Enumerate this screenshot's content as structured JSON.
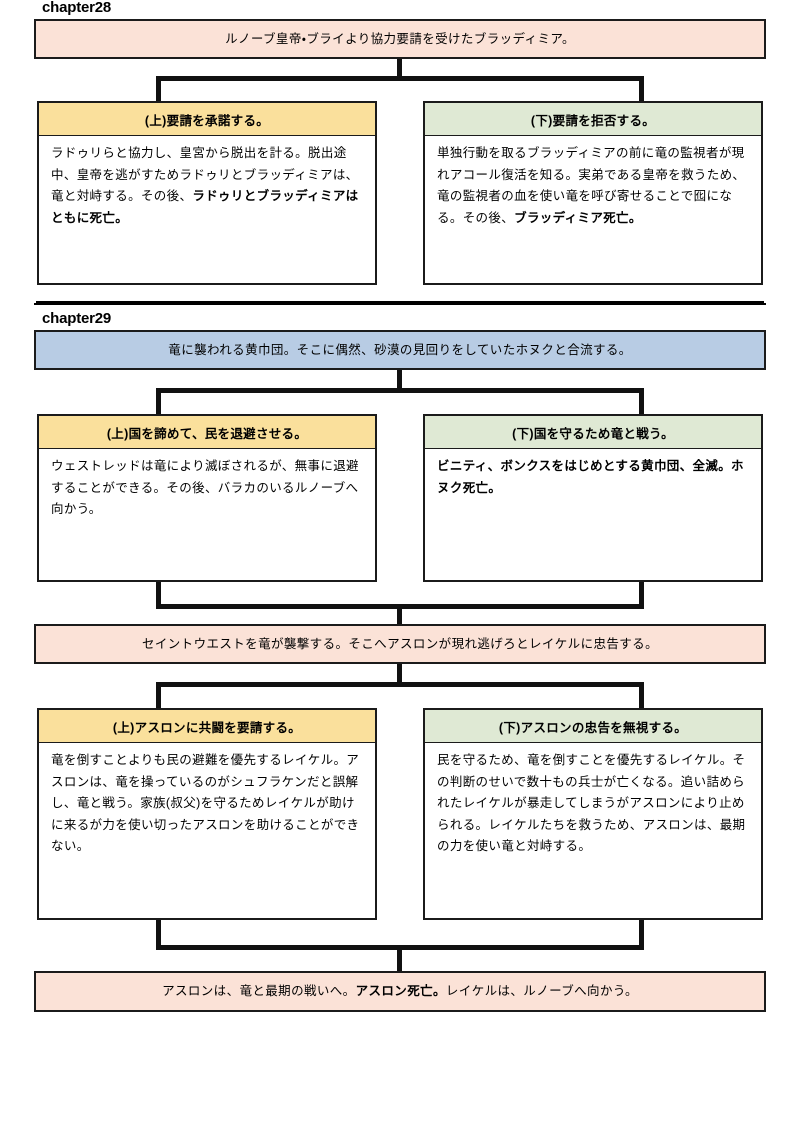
{
  "document": {
    "type": "branching-story-flowchart",
    "language": "ja"
  },
  "palette": {
    "pink": "#FBE2D7",
    "blue": "#B8CCE4",
    "yellow": "#FAE09C",
    "green": "#DFE9D4",
    "border": "#1B1B1B",
    "connector": "#111111",
    "page_background": "#FFFFFF"
  },
  "chapters": [
    {
      "heading": "chapter28",
      "intro": "ルノーブ皇帝・ブライより協力要請を受けたブラッディミア。",
      "branch": {
        "up": {
          "title": "(上)要請を承諾する。",
          "body_plain": "ラドゥリらと協力し、皇宮から脱出を計る。脱出途中、皇帝を逃がすためラドゥリとブラッディミアは、竜と対峙する。その後、",
          "body_bold": "ラドゥリとブラッディミアはともに死亡。"
        },
        "down": {
          "title": "(下)要請を拒否する。",
          "body_plain": "単独行動を取るブラッディミアの前に竜の監視者が現れアコール復活を知る。実弟である皇帝を救うため、竜の監視者の血を使い竜を呼び寄せることで囮になる。その後、",
          "body_bold": "ブラッディミア死亡。"
        }
      }
    },
    {
      "heading": "chapter29",
      "intro": "竜に襲われる黄巾団。そこに偶然、砂漠の見回りをしていたホヌクと合流する。",
      "branch1": {
        "up": {
          "title": "(上)国を諦めて、民を退避させる。",
          "body_plain": "ウェストレッドは竜により滅ぼされるが、無事に退避することができる。その後、バラカのいるルノーブへ向かう。",
          "body_bold": ""
        },
        "down": {
          "title": "(下)国を守るため竜と戦う。",
          "body_plain": "",
          "body_bold": "ビニティ、ボンクスをはじめとする黄巾団、全滅。ホヌク死亡。"
        }
      },
      "middle": "セイントウエストを竜が襲撃する。そこへアスロンが現れ逃げろとレイケルに忠告する。",
      "branch2": {
        "up": {
          "title": "(上)アスロンに共闘を要請する。",
          "body_plain": "竜を倒すことよりも民の避難を優先するレイケル。アスロンは、竜を操っているのがシュフラケンだと誤解し、竜と戦う。家族(叔父)を守るためレイケルが助けに来るが力を使い切ったアスロンを助けることができない。",
          "body_bold": ""
        },
        "down": {
          "title": "(下)アスロンの忠告を無視する。",
          "body_plain": "民を守るため、竜を倒すことを優先するレイケル。その判断のせいで数十もの兵士が亡くなる。追い詰められたレイケルが暴走してしまうがアスロンにより止められる。レイケルたちを救うため、アスロンは、最期の力を使い竜と対峙する。",
          "body_bold": ""
        }
      },
      "outro_pre": "アスロンは、竜と最期の戦いへ。",
      "outro_bold": "アスロン死亡。",
      "outro_post": "レイケルは、ルノーブへ向かう。"
    }
  ]
}
